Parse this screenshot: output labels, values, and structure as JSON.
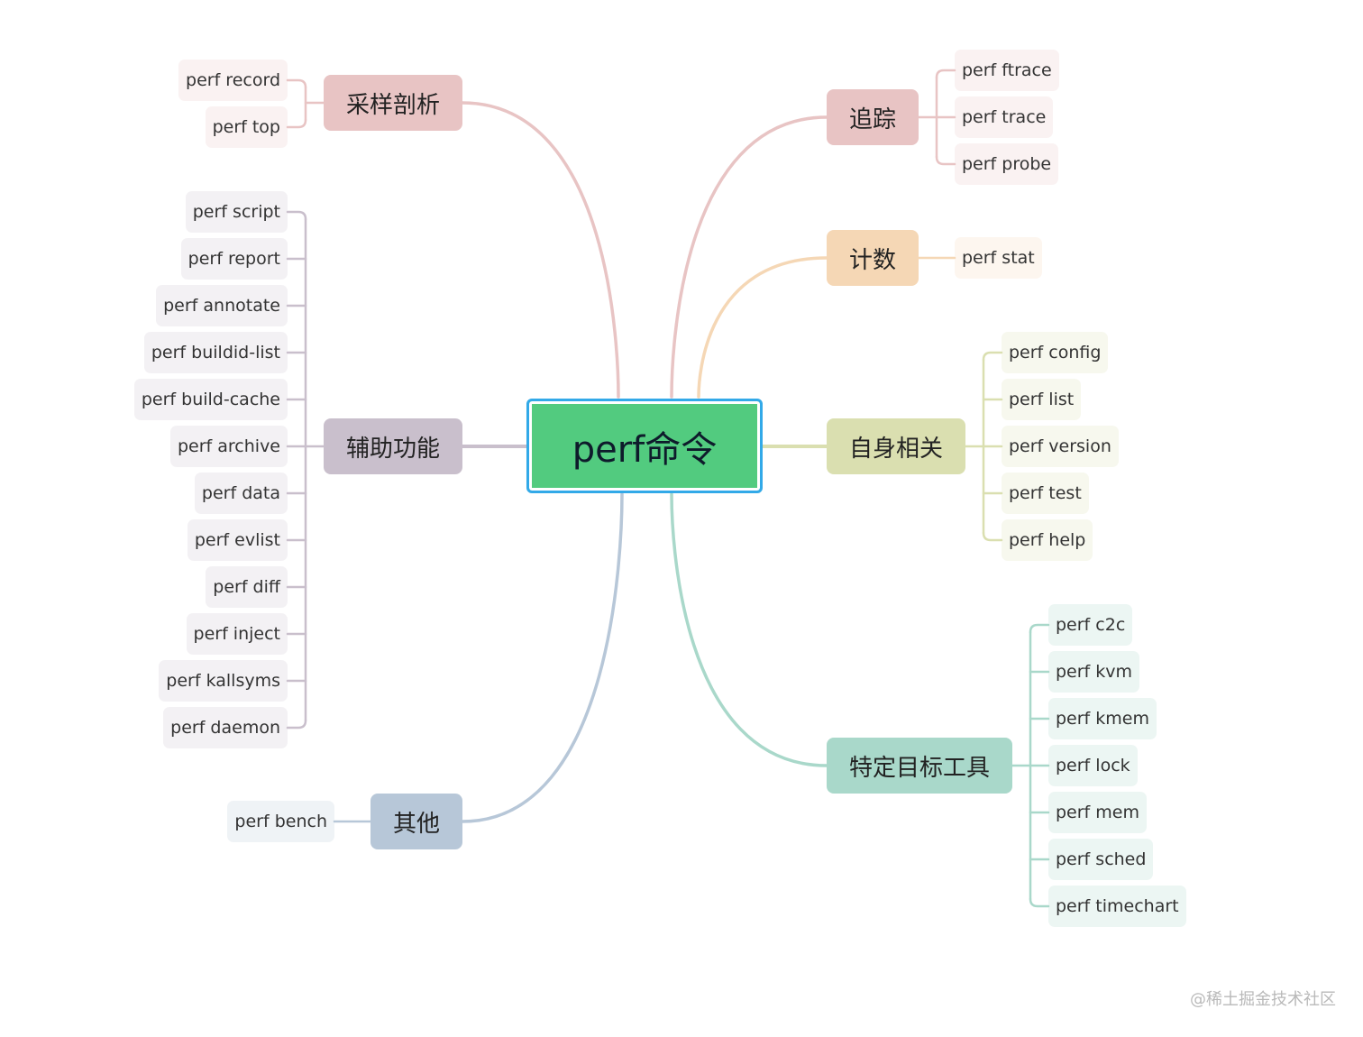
{
  "root": {
    "label": "perf命令"
  },
  "colors": {
    "root_fill": "#52cb7f",
    "root_border": "#32a9e8",
    "sampling": "#e8c4c4",
    "tracing": "#e8c4c4",
    "counting": "#f5d7b5",
    "self": "#dadfb0",
    "auxiliary": "#c9bfcc",
    "target": "#a9d8ca",
    "other": "#b7c7d8"
  },
  "branches": {
    "sampling": {
      "label": "采样剖析",
      "children": [
        "perf record",
        "perf top"
      ]
    },
    "tracing": {
      "label": "追踪",
      "children": [
        "perf ftrace",
        "perf trace",
        "perf probe"
      ]
    },
    "counting": {
      "label": "计数",
      "children": [
        "perf stat"
      ]
    },
    "self": {
      "label": "自身相关",
      "children": [
        "perf config",
        "perf list",
        "perf version",
        "perf test",
        "perf help"
      ]
    },
    "auxiliary": {
      "label": "辅助功能",
      "children": [
        "perf script",
        "perf report",
        "perf annotate",
        "perf buildid-list",
        "perf build-cache",
        "perf archive",
        "perf data",
        "perf evlist",
        "perf diff",
        "perf inject",
        "perf kallsyms",
        "perf daemon"
      ]
    },
    "target": {
      "label": "特定目标工具",
      "children": [
        "perf c2c",
        "perf kvm",
        "perf kmem",
        "perf lock",
        "perf mem",
        "perf sched",
        "perf timechart"
      ]
    },
    "other": {
      "label": "其他",
      "children": [
        "perf bench"
      ]
    }
  },
  "watermark": "@稀土掘金技术社区"
}
